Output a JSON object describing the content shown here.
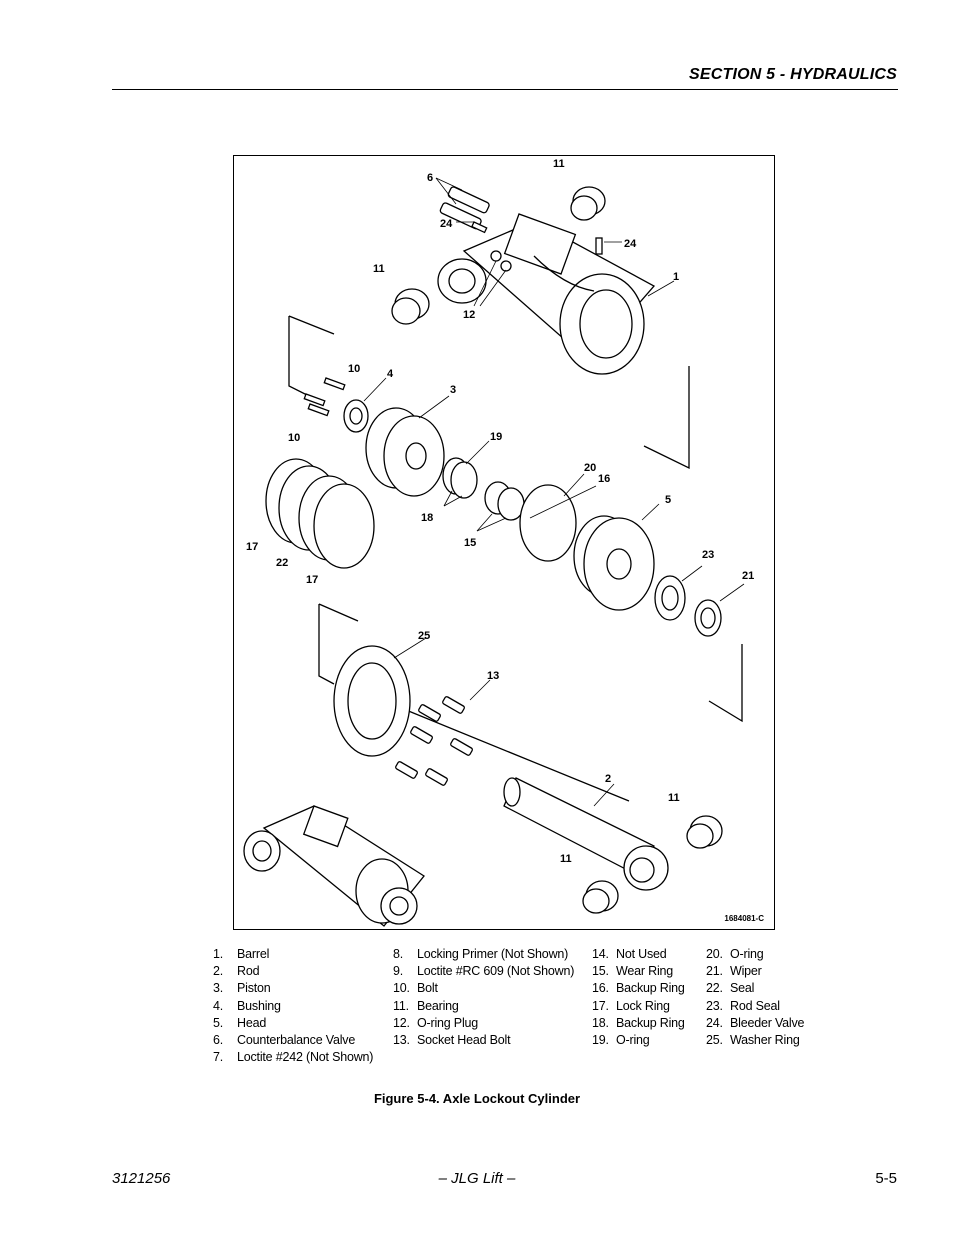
{
  "header": {
    "section_title": "SECTION 5 - HYDRAULICS"
  },
  "figure": {
    "drawing_id": "1684081-C",
    "callouts": [
      "11",
      "6",
      "24",
      "24",
      "11",
      "1",
      "12",
      "10",
      "4",
      "3",
      "10",
      "19",
      "20",
      "16",
      "5",
      "18",
      "17",
      "22",
      "17",
      "15",
      "23",
      "21",
      "25",
      "13",
      "2",
      "11",
      "11"
    ],
    "caption": "Figure 5-4.  Axle Lockout Cylinder"
  },
  "legend": {
    "col1": [
      {
        "num": "1.",
        "label": "Barrel"
      },
      {
        "num": "2.",
        "label": "Rod"
      },
      {
        "num": "3.",
        "label": "Piston"
      },
      {
        "num": "4.",
        "label": "Bushing"
      },
      {
        "num": "5.",
        "label": "Head"
      },
      {
        "num": "6.",
        "label": "Counterbalance Valve"
      },
      {
        "num": "7.",
        "label": "Loctite #242 (Not Shown)"
      }
    ],
    "col2": [
      {
        "num": "8.",
        "label": "Locking Primer (Not Shown)"
      },
      {
        "num": "9.",
        "label": "Loctite #RC 609 (Not Shown)"
      },
      {
        "num": "10.",
        "label": "Bolt"
      },
      {
        "num": "11.",
        "label": "Bearing"
      },
      {
        "num": "12.",
        "label": "O-ring Plug"
      },
      {
        "num": "13.",
        "label": "Socket Head Bolt"
      }
    ],
    "col3": [
      {
        "num": "14.",
        "label": "Not Used"
      },
      {
        "num": "15.",
        "label": "Wear Ring"
      },
      {
        "num": "16.",
        "label": "Backup Ring"
      },
      {
        "num": "17.",
        "label": "Lock Ring"
      },
      {
        "num": "18.",
        "label": "Backup Ring"
      },
      {
        "num": "19.",
        "label": "O-ring"
      }
    ],
    "col4": [
      {
        "num": "20.",
        "label": "O-ring"
      },
      {
        "num": "21.",
        "label": "Wiper"
      },
      {
        "num": "22.",
        "label": "Seal"
      },
      {
        "num": "23.",
        "label": "Rod Seal"
      },
      {
        "num": "24.",
        "label": "Bleeder Valve"
      },
      {
        "num": "25.",
        "label": "Washer Ring"
      }
    ]
  },
  "footer": {
    "doc_number": "3121256",
    "publisher": "– JLG Lift –",
    "page_number": "5-5"
  }
}
